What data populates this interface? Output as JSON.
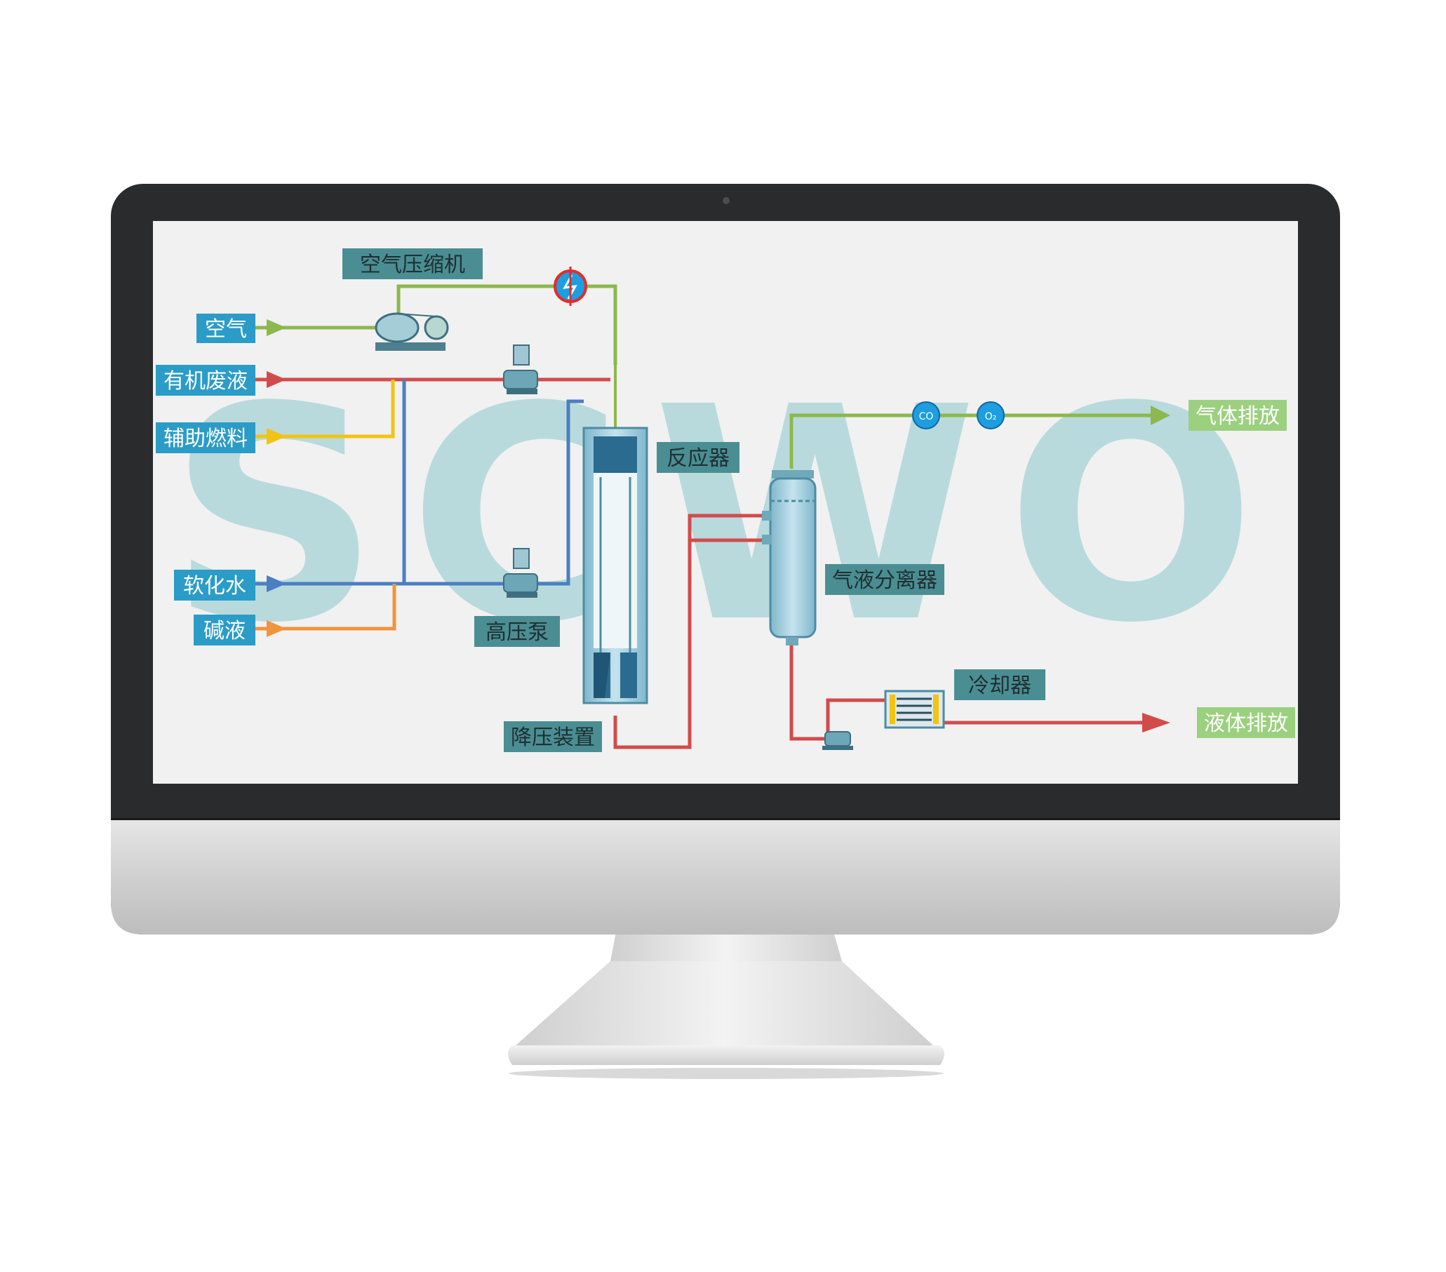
{
  "colors": {
    "label_blue_bg": "#2b9cc7",
    "label_teal_bg": "#4a8e93",
    "label_green_bg": "#9bd07e",
    "air_line": "#8cb84d",
    "waste_line": "#d24b4b",
    "fuel_line": "#f2c313",
    "water_line": "#4a7fc1",
    "alkali_line": "#f0953b",
    "watermark": "#b9dadd",
    "screen_bg": "#f1f1f1",
    "bezel": "#2a2b2d",
    "chin": "#d2d2d2"
  },
  "watermark_text": "SCWO",
  "inputs": {
    "air": "空气",
    "organic_waste": "有机废液",
    "aux_fuel": "辅助燃料",
    "soft_water": "软化水",
    "alkali": "碱液"
  },
  "equipment": {
    "air_compressor": "空气压缩机",
    "reactor": "反应器",
    "high_pressure_pump": "高压泵",
    "pressure_reducer": "降压装置",
    "gas_liquid_separator": "气液分离器",
    "cooler": "冷却器"
  },
  "outputs": {
    "gas_discharge": "气体排放",
    "liquid_discharge": "液体排放"
  },
  "meters": {
    "co_meter": "CO",
    "o2_meter": "O₂"
  }
}
